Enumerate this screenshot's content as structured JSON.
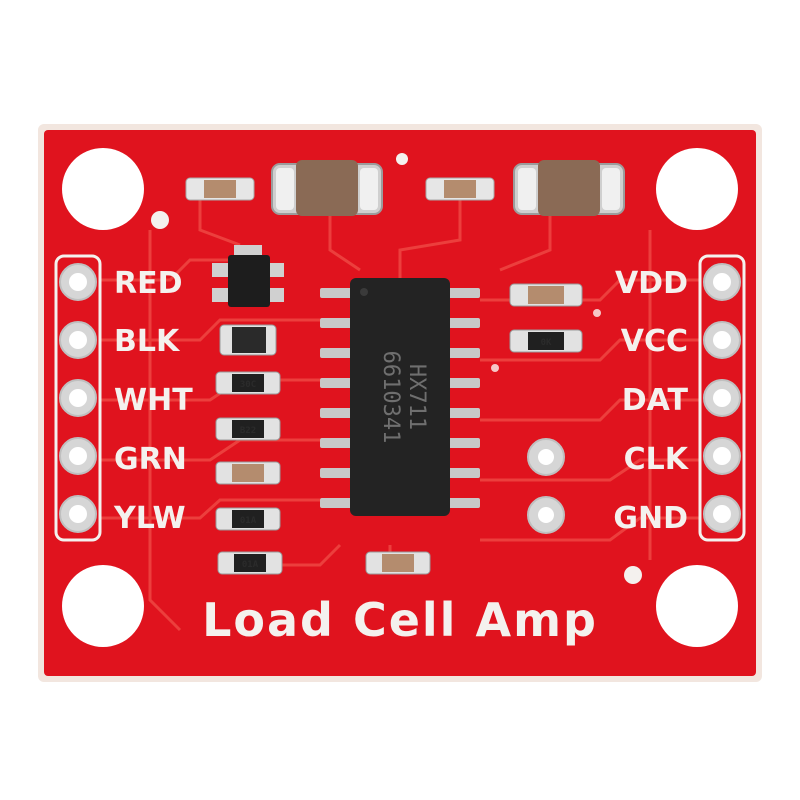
{
  "board": {
    "title": "Load Cell Amp",
    "left_pins": [
      "RED",
      "BLK",
      "WHT",
      "GRN",
      "YLW"
    ],
    "right_pins": [
      "VDD",
      "VCC",
      "DAT",
      "CLK",
      "GND"
    ],
    "chip": {
      "line1": "HX711",
      "line2": "6610341"
    },
    "resistor_codes": [
      "30C",
      "B22",
      "01A",
      "01A",
      "0K"
    ],
    "colors": {
      "pcb": "#e0131e",
      "pcb_edge": "#f2e6df",
      "silkscreen": "#f4f1ee",
      "chip": "#232323",
      "pad": "#d6d6d6"
    }
  }
}
